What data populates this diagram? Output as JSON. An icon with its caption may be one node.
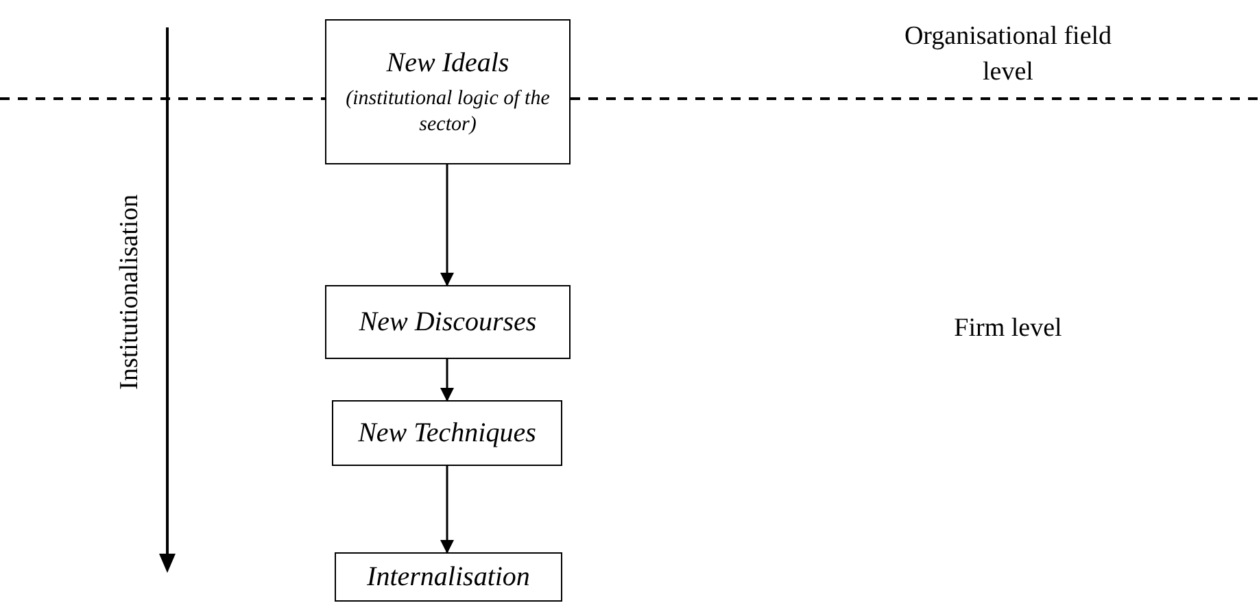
{
  "diagram": {
    "nodes": [
      {
        "text": [
          "New Ideals",
          "(institutional logic of the sector)"
        ]
      },
      {
        "text": [
          "New Discourses"
        ]
      },
      {
        "text": [
          "New Techniques"
        ]
      },
      {
        "text": [
          "Internalisation"
        ]
      }
    ],
    "edges": [
      {
        "from": 0,
        "to": 1,
        "arrow": "to"
      },
      {
        "from": 1,
        "to": 2,
        "arrow": "to"
      },
      {
        "from": 2,
        "to": 3,
        "arrow": "to"
      }
    ],
    "labels": [
      "Institutionalisation",
      "Organisational field level",
      "Firm level"
    ]
  }
}
